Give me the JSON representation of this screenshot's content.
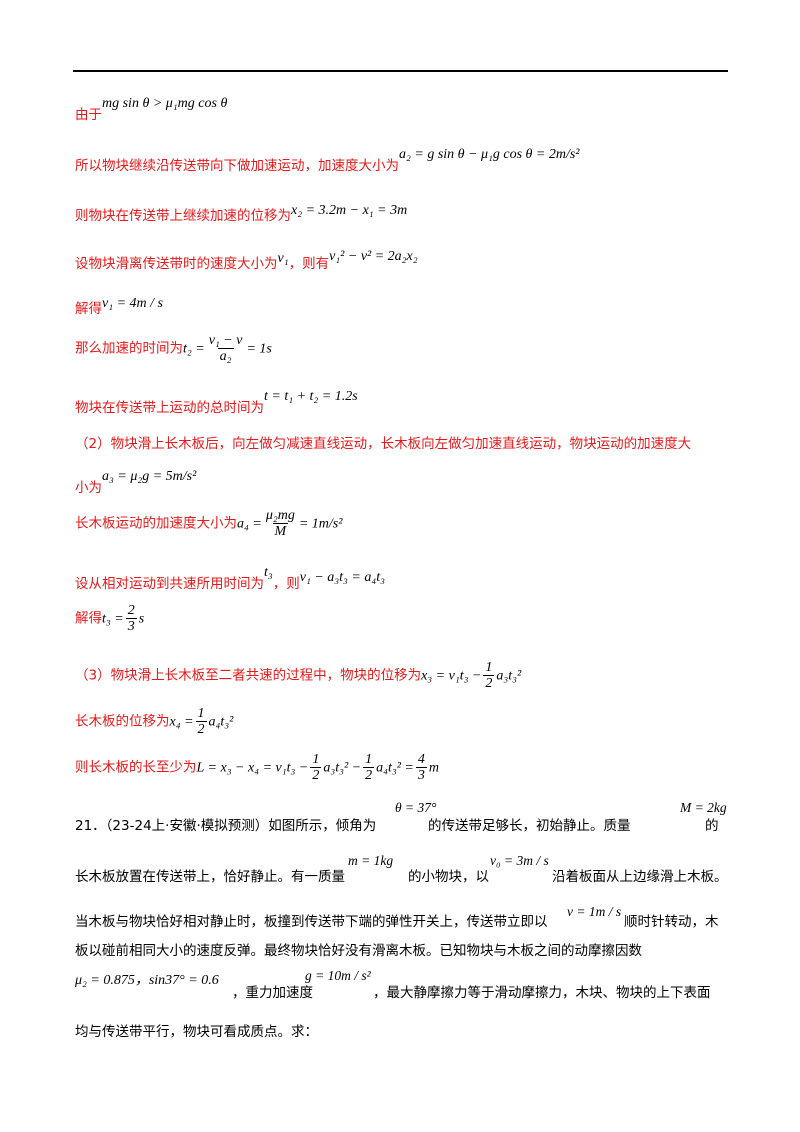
{
  "lines": [
    {
      "text": "由于",
      "math": "mg sin θ > μ₁mg cos θ"
    },
    {
      "text": "所以物块继续沿传送带向下做加速运动，加速度大小为",
      "math": "a₂ = g sin θ − μ₁g cos θ = 2m/s²"
    },
    {
      "text": "则物块在传送带上继续加速的位移为",
      "math": "x₂ = 3.2m − x₁ = 3m"
    },
    {
      "text_a": "设物块滑离传送带时的速度大小为",
      "math_a": "v₁",
      "text_b": "，则有",
      "math_b": "v₁² − v² = 2a₂x₂"
    },
    {
      "text": "解得",
      "math": "v₁ = 4m / s"
    },
    {
      "text": "那么加速的时间为",
      "math_l": "t₂ =",
      "num": "v₁ − v",
      "den": "a₂",
      "math_r": "= 1s"
    },
    {
      "text": "物块在传送带上运动的总时间为",
      "math": "t = t₁ + t₂ = 1.2s"
    },
    {
      "text": "（2）物块滑上长木板后，向左做匀减速直线运动，长木板向左做匀加速直线运动，物块运动的加速度大"
    },
    {
      "text": "小为",
      "math": "a₃ = μ₂g = 5m/s²"
    },
    {
      "text": "长木板运动的加速度大小为",
      "math_l": "a₄ =",
      "num": "μ₂mg",
      "den": "M",
      "math_r": "= 1m/s²"
    },
    {
      "text_a": "设从相对运动到共速所用时间为",
      "math_a": "t₃",
      "text_b": "，则",
      "math_b": "v₁ − a₃t₃ = a₄t₃"
    },
    {
      "text": "解得",
      "math_l": "t₃ =",
      "num": "2",
      "den": "3",
      "math_r": "s"
    },
    {
      "text": "（3）物块滑上长木板至二者共速的过程中，物块的位移为",
      "math_l": "x₃ = v₁t₃ −",
      "num": "1",
      "den": "2",
      "math_r": "a₃t₃²"
    },
    {
      "text": "长木板的位移为",
      "math_l": "x₄ =",
      "num": "1",
      "den": "2",
      "math_r": "a₄t₃²"
    },
    {
      "text": "则长木板的长至少为",
      "math_l": "L = x₃ − x₄ = v₁t₃ −",
      "num": "1",
      "den": "2",
      "math_m": "a₃t₃² −",
      "num2": "1",
      "den2": "2",
      "math_m2": "a₄t₃² =",
      "num3": "4",
      "den3": "3",
      "math_r": "m"
    }
  ],
  "problem": {
    "a": "21．（23-24上·安徽·模拟预测）如图所示，倾角为",
    "m1": "θ = 37°",
    "b": "的传送带足够长，初始静止。质量",
    "m2": "M = 2kg",
    "c": "的",
    "d": "长木板放置在传送带上，恰好静止。有一质量",
    "m3": "m = 1kg",
    "e": "的小物块，以",
    "m4": "v₀ = 3m / s",
    "f": "沿着板面从上边缘滑上木板。",
    "g": "当木板与物块恰好相对静止时，板撞到传送带下端的弹性开关上，传送带立即以",
    "m5": "v = 1m / s",
    "h": "顺时针转动，木",
    "i": "板以碰前相同大小的速度反弹。最终物块恰好没有滑离木板。已知物块与木板之间的动摩擦因数",
    "m6": "μ₂ = 0.875，sin37° = 0.6",
    "j": "，重力加速度",
    "m7": "g = 10m / s²",
    "k": "，最大静摩擦力等于滑动摩擦力，木块、物块的上下表面",
    "l": "均与传送带平行，物块可看成质点。求："
  }
}
